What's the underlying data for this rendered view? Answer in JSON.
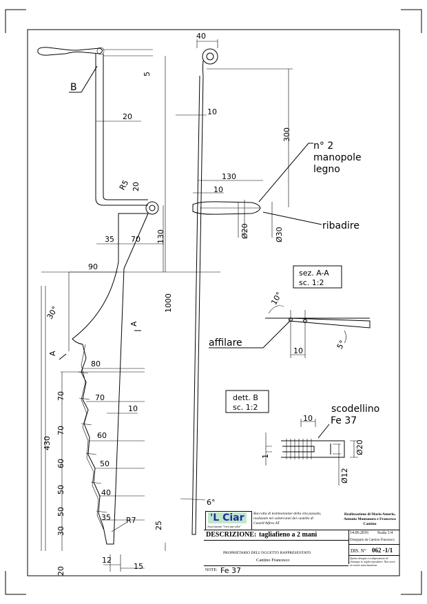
{
  "drawing": {
    "left_view": {
      "label_b": "B",
      "dims": [
        "5",
        "20",
        "R5",
        "20",
        "35",
        "70",
        "130",
        "90",
        "30°",
        "1000",
        "80",
        "70",
        "10",
        "60",
        "50",
        "40",
        "35",
        "R7",
        "25",
        "12",
        "15",
        "20",
        "430",
        "70",
        "70",
        "60",
        "50",
        "50",
        "30"
      ],
      "section_mark": "A"
    },
    "right_view": {
      "dims": [
        "40",
        "10",
        "300",
        "130",
        "10",
        "Ø20",
        "Ø30",
        "6°"
      ],
      "label_handles_line1": "n° 2",
      "label_handles_line2": "manopole",
      "label_handles_line3": "legno",
      "label_rivet": "ribadire"
    },
    "section_aa": {
      "title_line1": "sez. A-A",
      "title_line2": "sc. 1:2",
      "dims": [
        "10°",
        "10",
        "5°"
      ],
      "label_sharpen": "affilare"
    },
    "detail_b": {
      "title_line1": "dett. B",
      "title_line2": "sc. 1:2",
      "label_cup": "scodellino",
      "label_material": "Fe 37",
      "dims": [
        "10",
        "1",
        "Ø20",
        "Ø12"
      ]
    }
  },
  "title_block": {
    "logo_text": "'L Ciar",
    "logo_sub": "Associazione \"Cera una volta\"",
    "collection_text": "Raccolta di testimonianze della vita passata, realizzate nei sotterranei del castello di Castell'Alfero AT",
    "authors": "Realizzazione di Mario Amerio, Antonio Montanaro e Francesco Cantino",
    "description_label": "DESCRIZIONE:",
    "description_value": "tagliafieno a 2 mani",
    "date": "14.06.2016",
    "scale": "Scala 1:4",
    "drawn_by": "Disegnato da Cantino Francesco",
    "dis_label": "DIS. N°",
    "dis_value": "062 -1/1",
    "owner_label": "PROPRIETARIO DELL'OGGETTO RAPPRESENTATO",
    "owner_value": "Cantino Francesco",
    "note_label": "NOTE:",
    "note_value": "Fe 37",
    "disclaimer": "Questo disegno è a disposizione di chiunque lo voglia riprodurre. Non serve un nostro autorizzazione"
  }
}
